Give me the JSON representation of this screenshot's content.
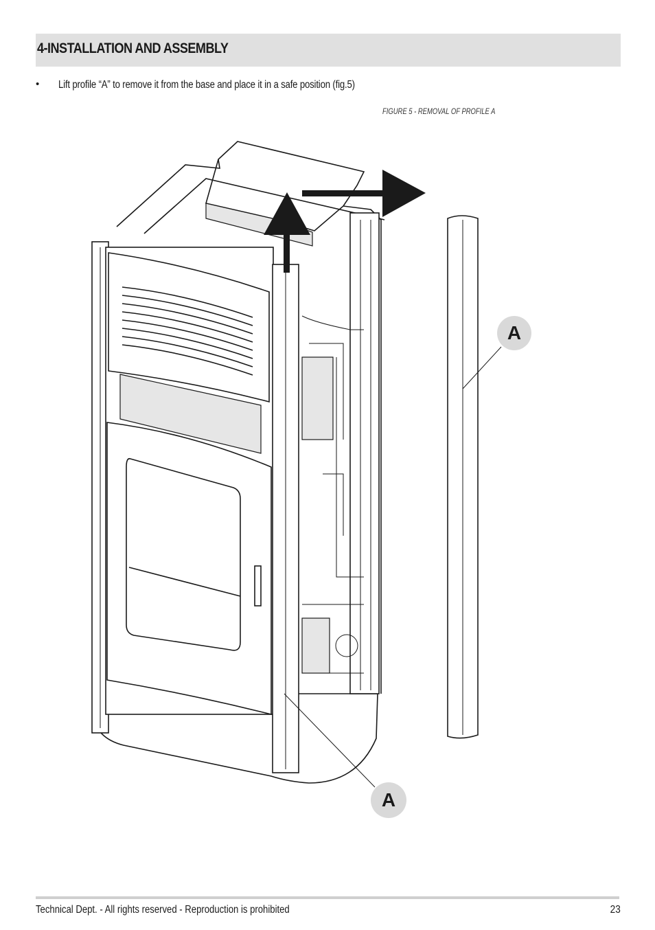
{
  "section": {
    "title": "4-INSTALLATION AND ASSEMBLY"
  },
  "instructions": [
    {
      "bullet": "•",
      "text": "Lift profile “A” to remove it from the base and place it in a safe position (fig.5)"
    }
  ],
  "figure": {
    "caption": "FIGURE 5 - REMOVAL OF PROFILE A",
    "callouts": [
      "A",
      "A"
    ]
  },
  "footer": {
    "text": "Technical Dept. - All rights reserved - Reproduction is prohibited",
    "page_number": "23"
  }
}
